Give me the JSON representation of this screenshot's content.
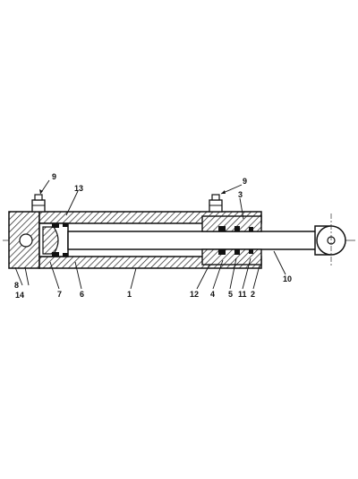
{
  "diagram": {
    "callouts": [
      {
        "id": "c1",
        "label": "1"
      },
      {
        "id": "c2",
        "label": "2"
      },
      {
        "id": "c3",
        "label": "3"
      },
      {
        "id": "c4",
        "label": "4"
      },
      {
        "id": "c5",
        "label": "5"
      },
      {
        "id": "c6",
        "label": "6"
      },
      {
        "id": "c7",
        "label": "7"
      },
      {
        "id": "c8",
        "label": "8"
      },
      {
        "id": "c9a",
        "label": "9"
      },
      {
        "id": "c9b",
        "label": "9"
      },
      {
        "id": "c10",
        "label": "10"
      },
      {
        "id": "c11",
        "label": "11"
      },
      {
        "id": "c12",
        "label": "12"
      },
      {
        "id": "c13",
        "label": "13"
      },
      {
        "id": "c14",
        "label": "14"
      }
    ]
  }
}
